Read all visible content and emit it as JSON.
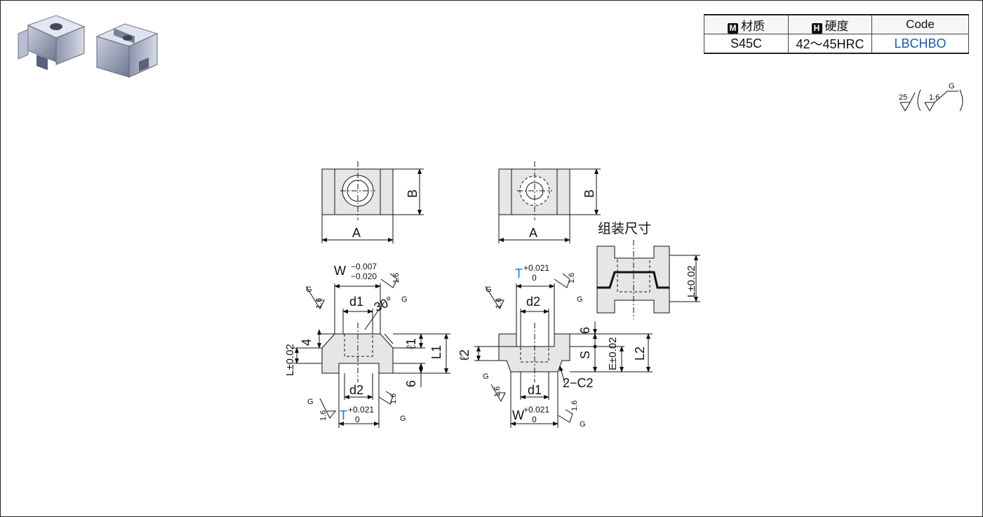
{
  "spec_table": {
    "headers": [
      {
        "badge": "M",
        "label": "材质"
      },
      {
        "badge": "H",
        "label": "硬度"
      },
      {
        "badge": "",
        "label": "Code"
      }
    ],
    "material": "S45C",
    "hardness": "42～45HRC",
    "code": "LBCHBO"
  },
  "surface_finish": {
    "ra_main": "25",
    "ra_secondary": "1.6",
    "grind_mark": "G"
  },
  "views": {
    "label_A": "A",
    "label_B": "B",
    "assembly_title": "组装尺寸"
  },
  "dims_left": {
    "W": "W",
    "W_tol_upper": "−0.007",
    "W_tol_lower": "−0.020",
    "d1": "d1",
    "d2": "d2",
    "angle": "30°",
    "four": "4",
    "l1": "ℓ1",
    "L1": "L1",
    "six": "6",
    "T": "T",
    "T_tol_upper": "+0.021",
    "T_tol_lower": "0",
    "L_tol": "L±0.02",
    "finish": "1.6",
    "grind": "G"
  },
  "dims_right": {
    "T": "T",
    "T_tol_upper": "+0.021",
    "T_tol_lower": "0",
    "d2": "d2",
    "d1": "d1",
    "six": "6",
    "l2": "ℓ2",
    "S": "S",
    "E_tol": "E±0.02",
    "L2": "L2",
    "chamfer": "2−C2",
    "W": "W",
    "W_tol_upper": "+0.021",
    "W_tol_lower": "0",
    "finish": "1.6",
    "grind": "G"
  },
  "assembly": {
    "L_tol": "L±0.02"
  },
  "colors": {
    "code_blue": "#1c5aa6",
    "T_blue": "#1c78c8",
    "part_fill": "#e6e6e6"
  }
}
